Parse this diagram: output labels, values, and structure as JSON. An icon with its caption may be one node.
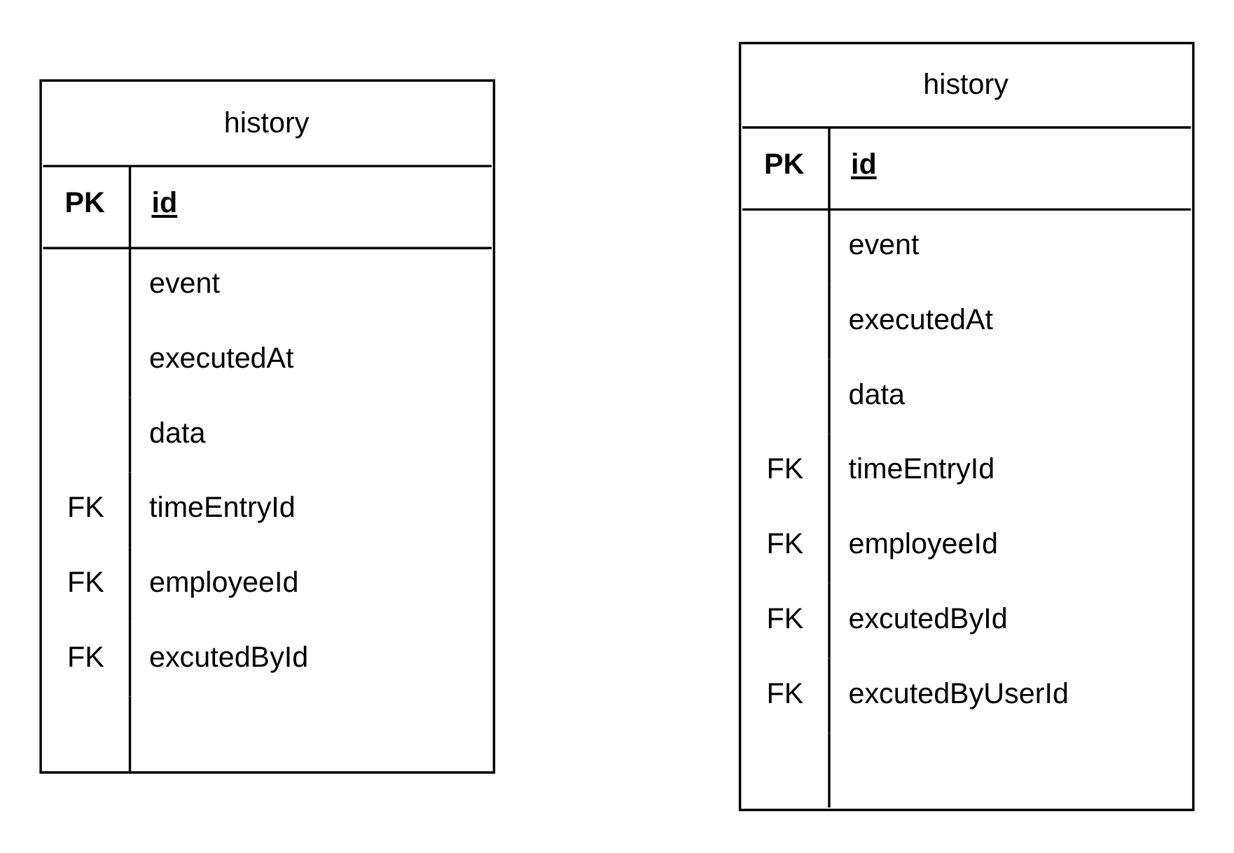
{
  "diagram": {
    "nodes": [
      {
        "text": [
          "history",
          "PK",
          "id",
          "event",
          "executedAt",
          "data",
          "FK",
          "timeEntryId",
          "FK",
          "employeeId",
          "FK",
          "excutedById"
        ]
      },
      {
        "text": [
          "history",
          "PK",
          "id",
          "event",
          "executedAt",
          "data",
          "FK",
          "timeEntryId",
          "FK",
          "employeeId",
          "FK",
          "excutedById",
          "FK",
          "excutedByUserId"
        ]
      }
    ],
    "edges": []
  }
}
